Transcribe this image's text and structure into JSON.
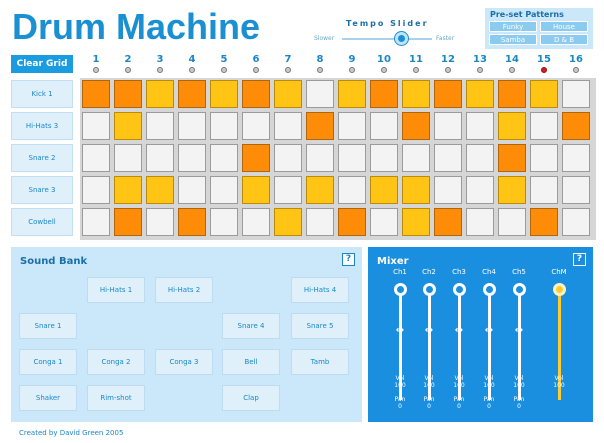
{
  "app": {
    "title": "Drum Machine",
    "credit": "Created by David Green 2005"
  },
  "tempo": {
    "label": "Tempo Slider",
    "slower": "Slower",
    "faster": "Faster"
  },
  "presets": {
    "title": "Pre-set Patterns",
    "items": [
      "Funky",
      "House",
      "Samba",
      "D & B"
    ]
  },
  "sequencer": {
    "clear_label": "Clear Grid",
    "steps": [
      "1",
      "2",
      "3",
      "4",
      "5",
      "6",
      "7",
      "8",
      "9",
      "10",
      "11",
      "12",
      "13",
      "14",
      "15",
      "16"
    ],
    "current_step": 15,
    "tracks": [
      {
        "name": "Kick 1",
        "pattern": "OOYOYOYEYOYOYOYE"
      },
      {
        "name": "Hi-Hats 3",
        "pattern": "EYEEEEEOEEOEEYEO"
      },
      {
        "name": "Snare 2",
        "pattern": "EEEEEOEEEEEEEOEE"
      },
      {
        "name": "Snare 3",
        "pattern": "EYYEEYEYEYYEEYEE"
      },
      {
        "name": "Cowbell",
        "pattern": "EOEOEEYEOEYOEEOE"
      }
    ],
    "pad_colors": {
      "O": "#ff8c06",
      "Y": "#ffc414",
      "E": "#f3f3f3"
    }
  },
  "sound_bank": {
    "title": "Sound Bank",
    "help_label": "?",
    "rows": [
      [
        "",
        "Hi-Hats 1",
        "Hi-Hats 2",
        "",
        "Hi-Hats 4"
      ],
      [
        "Snare 1",
        "",
        "",
        "Snare 4",
        "Snare 5"
      ],
      [
        "Conga 1",
        "Conga 2",
        "Conga 3",
        "Bell",
        "Tamb"
      ],
      [
        "Shaker",
        "Rim-shot",
        "",
        "Clap",
        ""
      ]
    ]
  },
  "mixer": {
    "title": "Mixer",
    "help_label": "?",
    "channels": [
      {
        "label": "Ch1",
        "vol_label": "Vol",
        "vol": "100",
        "pan_label": "Pan",
        "pan": "0"
      },
      {
        "label": "Ch2",
        "vol_label": "Vol",
        "vol": "100",
        "pan_label": "Pan",
        "pan": "0"
      },
      {
        "label": "Ch3",
        "vol_label": "Vol",
        "vol": "100",
        "pan_label": "Pan",
        "pan": "0"
      },
      {
        "label": "Ch4",
        "vol_label": "Vol",
        "vol": "100",
        "pan_label": "Pan",
        "pan": "0"
      },
      {
        "label": "Ch5",
        "vol_label": "Vol",
        "vol": "100",
        "pan_label": "Pan",
        "pan": "0"
      }
    ],
    "master": {
      "label": "ChM",
      "vol_label": "Vol",
      "vol": "100"
    },
    "pan_arrow": "↔",
    "colors": {
      "panel": "#1a8fe0",
      "master": "#ffcc33"
    }
  }
}
